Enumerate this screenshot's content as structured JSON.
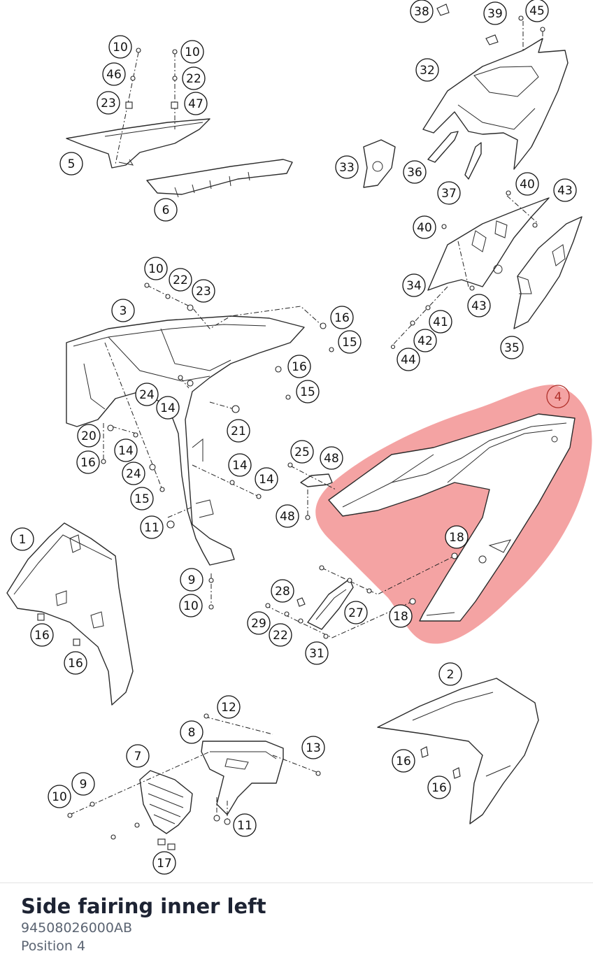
{
  "selected_part": {
    "name": "Side fairing inner left",
    "number": "94508026000AB",
    "position_label": "Position 4",
    "position": "4",
    "highlight_color": "#f08080"
  },
  "callouts": [
    {
      "label": "38"
    },
    {
      "label": "39"
    },
    {
      "label": "45"
    },
    {
      "label": "10"
    },
    {
      "label": "10"
    },
    {
      "label": "46"
    },
    {
      "label": "22"
    },
    {
      "label": "23"
    },
    {
      "label": "47"
    },
    {
      "label": "32"
    },
    {
      "label": "5"
    },
    {
      "label": "33"
    },
    {
      "label": "36"
    },
    {
      "label": "40"
    },
    {
      "label": "43"
    },
    {
      "label": "37"
    },
    {
      "label": "6"
    },
    {
      "label": "40"
    },
    {
      "label": "10"
    },
    {
      "label": "22"
    },
    {
      "label": "23"
    },
    {
      "label": "34"
    },
    {
      "label": "43"
    },
    {
      "label": "3"
    },
    {
      "label": "16"
    },
    {
      "label": "41"
    },
    {
      "label": "15"
    },
    {
      "label": "42"
    },
    {
      "label": "35"
    },
    {
      "label": "44"
    },
    {
      "label": "16"
    },
    {
      "label": "24"
    },
    {
      "label": "15"
    },
    {
      "label": "14"
    },
    {
      "label": "4"
    },
    {
      "label": "21"
    },
    {
      "label": "20"
    },
    {
      "label": "14"
    },
    {
      "label": "14"
    },
    {
      "label": "25"
    },
    {
      "label": "48"
    },
    {
      "label": "16"
    },
    {
      "label": "24"
    },
    {
      "label": "14"
    },
    {
      "label": "15"
    },
    {
      "label": "48"
    },
    {
      "label": "11"
    },
    {
      "label": "18"
    },
    {
      "label": "1"
    },
    {
      "label": "9"
    },
    {
      "label": "28"
    },
    {
      "label": "10"
    },
    {
      "label": "27"
    },
    {
      "label": "18"
    },
    {
      "label": "29"
    },
    {
      "label": "16"
    },
    {
      "label": "22"
    },
    {
      "label": "31"
    },
    {
      "label": "16"
    },
    {
      "label": "2"
    },
    {
      "label": "12"
    },
    {
      "label": "8"
    },
    {
      "label": "13"
    },
    {
      "label": "7"
    },
    {
      "label": "16"
    },
    {
      "label": "9"
    },
    {
      "label": "10"
    },
    {
      "label": "16"
    },
    {
      "label": "11"
    },
    {
      "label": "17"
    }
  ]
}
